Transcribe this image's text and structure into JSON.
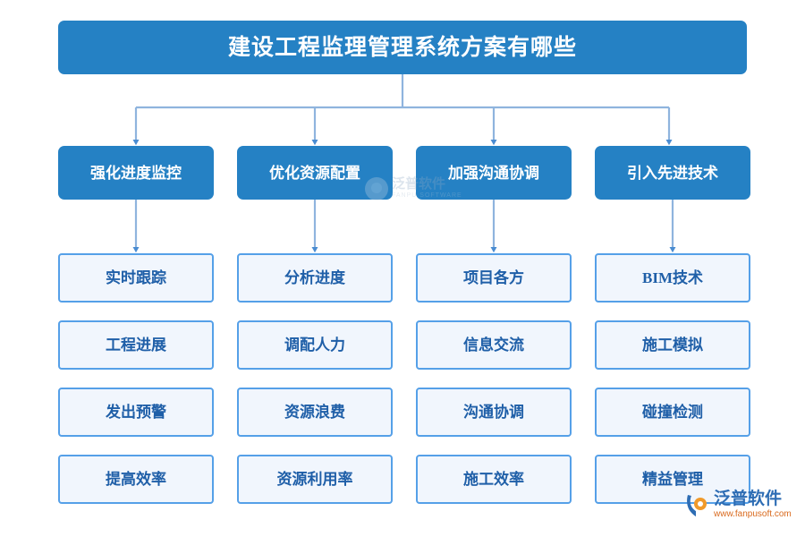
{
  "diagram": {
    "type": "tree-flowchart",
    "title": {
      "label": "建设工程监理管理系统方案有哪些",
      "color": "#2581C4"
    },
    "branch_color": "#2581C4",
    "leaf_fill": "#F1F6FD",
    "leaf_border": "#55A0E8",
    "leaf_text_color": "#1F5FA8",
    "connector_color": "#8FB4DE",
    "branches": [
      {
        "label": "强化进度监控",
        "leaves": [
          "实时跟踪",
          "工程进展",
          "发出预警",
          "提高效率"
        ]
      },
      {
        "label": "优化资源配置",
        "leaves": [
          "分析进度",
          "调配人力",
          "资源浪费",
          "资源利用率"
        ]
      },
      {
        "label": "加强沟通协调",
        "leaves": [
          "项目各方",
          "信息交流",
          "沟通协调",
          "施工效率"
        ]
      },
      {
        "label": "引入先进技术",
        "leaves": [
          "BIM技术",
          "施工模拟",
          "碰撞检测",
          "精益管理"
        ]
      }
    ]
  },
  "watermark": {
    "center_cn": "泛普软件",
    "center_en": "FANPU SOFTWARE"
  },
  "logo": {
    "name_cn": "泛普软件",
    "url": "www.fanpusoft.com"
  }
}
